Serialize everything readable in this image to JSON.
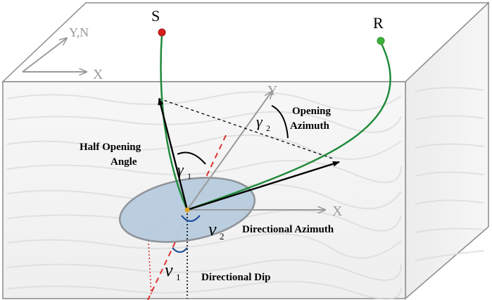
{
  "labels": {
    "source": "S",
    "receiver": "R",
    "map_axis_north": "Y,N",
    "map_axis_x": "X",
    "local_axis_y": "Y",
    "local_axis_x": "X",
    "half_opening_angle_line1": "Half Opening",
    "half_opening_angle_line2": "Angle",
    "opening_azimuth_line1": "Opening",
    "opening_azimuth_line2": "Azimuth",
    "directional_azimuth": "Directional Azimuth",
    "directional_dip": "Directional Dip",
    "gamma_1": "γ",
    "gamma_1_sub": "1",
    "gamma_2": "γ",
    "gamma_2_sub": "2",
    "nu_1": "ν",
    "nu_1_sub": "1",
    "nu_2": "ν",
    "nu_2_sub": "2"
  },
  "colors": {
    "source_marker": "#d61f1f",
    "receiver_marker": "#3cb43c",
    "raypath": "#1f8a3a",
    "ellipse_fill": "#b9cde0",
    "ellipse_stroke": "#8a8f96",
    "axis_gray": "#9a9a9a",
    "dashed_red": "#e03030",
    "angle_arc_blue": "#1f4f9a",
    "box_edge": "#8c8c8c"
  }
}
